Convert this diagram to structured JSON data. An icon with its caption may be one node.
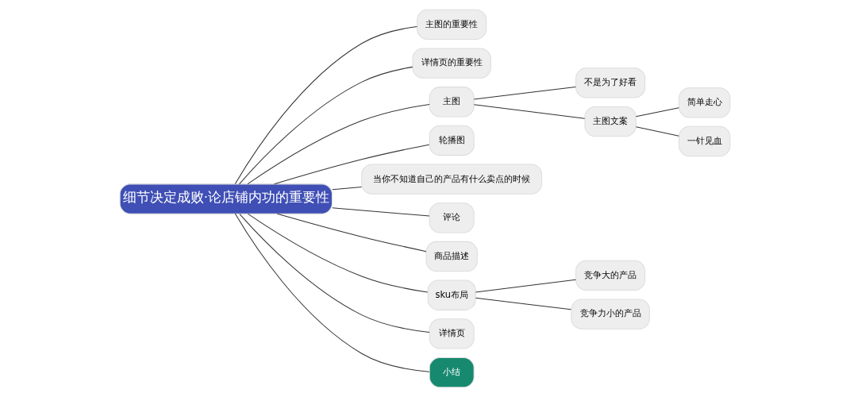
{
  "diagram": {
    "nodes": [
      {
        "text": [
          "细节决定成败·论店铺内功的重要性"
        ]
      },
      {
        "text": [
          "主图的重要性"
        ]
      },
      {
        "text": [
          "详情页的重要性"
        ]
      },
      {
        "text": [
          "主图"
        ]
      },
      {
        "text": [
          "轮播图"
        ]
      },
      {
        "text": [
          "当你不知道自己的产品有什么卖点的时候"
        ]
      },
      {
        "text": [
          "评论"
        ]
      },
      {
        "text": [
          "商品描述"
        ]
      },
      {
        "text": [
          "sku布局"
        ]
      },
      {
        "text": [
          "详情页"
        ]
      },
      {
        "text": [
          "不是为了好看"
        ]
      },
      {
        "text": [
          "主图文案"
        ]
      },
      {
        "text": [
          "简单走心"
        ]
      },
      {
        "text": [
          "一针见血"
        ]
      },
      {
        "text": [
          "竞争大的产品"
        ]
      },
      {
        "text": [
          "竞争力小的产品"
        ]
      },
      {
        "text": [
          "小结"
        ]
      }
    ],
    "edges": [
      {
        "from": 0,
        "to": 1,
        "arrow": "none"
      },
      {
        "from": 0,
        "to": 2,
        "arrow": "none"
      },
      {
        "from": 0,
        "to": 3,
        "arrow": "none"
      },
      {
        "from": 0,
        "to": 4,
        "arrow": "none"
      },
      {
        "from": 0,
        "to": 5,
        "arrow": "none"
      },
      {
        "from": 0,
        "to": 6,
        "arrow": "none"
      },
      {
        "from": 0,
        "to": 7,
        "arrow": "none"
      },
      {
        "from": 0,
        "to": 8,
        "arrow": "none"
      },
      {
        "from": 0,
        "to": 9,
        "arrow": "none"
      },
      {
        "from": 3,
        "to": 10,
        "arrow": "none"
      },
      {
        "from": 3,
        "to": 11,
        "arrow": "none"
      },
      {
        "from": 11,
        "to": 12,
        "arrow": "none"
      },
      {
        "from": 11,
        "to": 13,
        "arrow": "none"
      },
      {
        "from": 8,
        "to": 14,
        "arrow": "none"
      },
      {
        "from": 8,
        "to": 15,
        "arrow": "none"
      },
      {
        "from": 0,
        "to": 16,
        "arrow": "none"
      }
    ]
  }
}
